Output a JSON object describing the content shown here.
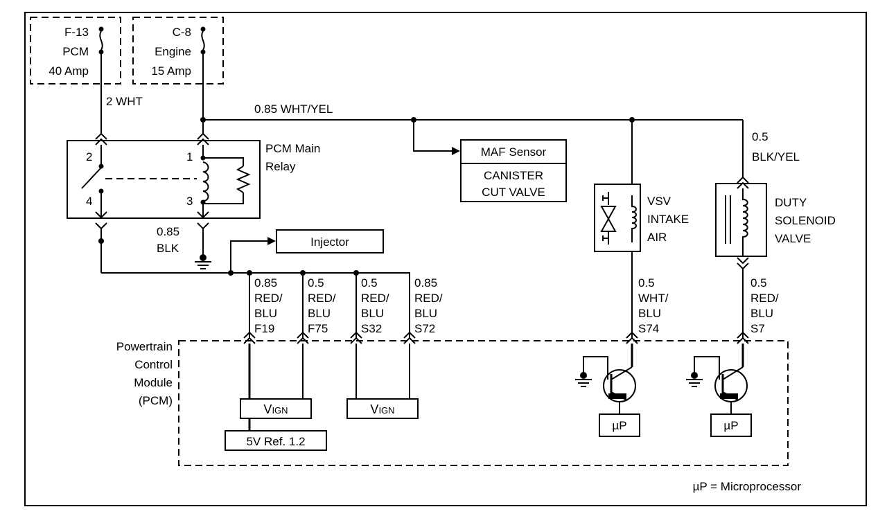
{
  "fuses": {
    "f13": {
      "id": "F-13",
      "name": "PCM",
      "rating": "40 Amp"
    },
    "c8": {
      "id": "C-8",
      "name": "Engine",
      "rating": "15 Amp"
    }
  },
  "wires": {
    "w_2wht": "2 WHT",
    "w_085whtyel": "0.85 WHT/YEL",
    "w_blkyel_1": "0.5",
    "w_blkyel_2": "BLK/YEL",
    "w_blk_1": "0.85",
    "w_blk_2": "BLK"
  },
  "relay": {
    "title_1": "PCM Main",
    "title_2": "Relay",
    "pin1": "1",
    "pin2": "2",
    "pin3": "3",
    "pin4": "4"
  },
  "components": {
    "maf": "MAF Sensor",
    "canister_1": "CANISTER",
    "canister_2": "CUT VALVE",
    "injector": "Injector",
    "vsv_1": "VSV",
    "vsv_2": "INTAKE",
    "vsv_3": "AIR",
    "duty_1": "DUTY",
    "duty_2": "SOLENOID",
    "duty_3": "VALVE"
  },
  "pcm_pins": [
    {
      "gauge": "0.85",
      "color1": "RED/",
      "color2": "BLU",
      "pin": "F19"
    },
    {
      "gauge": "0.5",
      "color1": "RED/",
      "color2": "BLU",
      "pin": "F75"
    },
    {
      "gauge": "0.5",
      "color1": "RED/",
      "color2": "BLU",
      "pin": "S32"
    },
    {
      "gauge": "0.85",
      "color1": "RED/",
      "color2": "BLU",
      "pin": "S72"
    },
    {
      "gauge": "0.5",
      "color1": "WHT/",
      "color2": "BLU",
      "pin": "S74"
    },
    {
      "gauge": "0.5",
      "color1": "RED/",
      "color2": "BLU",
      "pin": "S7"
    }
  ],
  "pcm": {
    "label_1": "Powertrain",
    "label_2": "Control",
    "label_3": "Module",
    "label_4": "(PCM)",
    "vign_big": "V",
    "vign_small": "IGN",
    "ref": "5V Ref. 1.2",
    "up": "µP"
  },
  "footnote": "µP = Microprocessor"
}
